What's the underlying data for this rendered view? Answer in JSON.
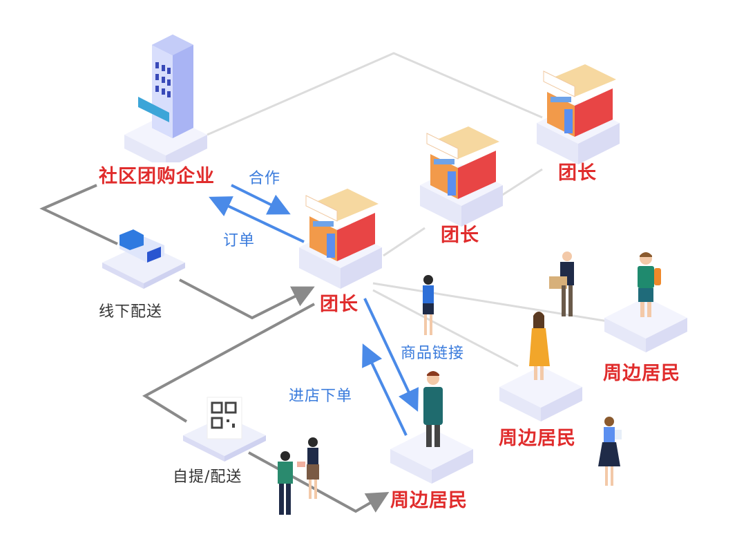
{
  "diagram": {
    "colors": {
      "node_label": "#e02c2c",
      "flow_label": "#3a7bdc",
      "logistics_label": "#333333",
      "blue_arrow": "#4a8ae8",
      "grey_arrow": "#8a8a8a",
      "light_line": "#dddddd",
      "platform": "#eef0fb",
      "store_red": "#e84545",
      "store_orange": "#f29a4a",
      "building": "#8d9cf0"
    },
    "nodes": {
      "enterprise": {
        "label": "社区团购企业",
        "icon": "office-building-icon"
      },
      "leader_main": {
        "label": "团长",
        "icon": "storefront-icon"
      },
      "leader_mid": {
        "label": "团长",
        "icon": "storefront-icon"
      },
      "leader_top": {
        "label": "团长",
        "icon": "storefront-icon"
      },
      "delivery_truck": {
        "label": "线下配送",
        "icon": "delivery-truck-icon"
      },
      "pickup_qr": {
        "label": "自提/配送",
        "icon": "qr-code-icon"
      },
      "resident_center": {
        "label": "周边居民",
        "icon": "person-icon"
      },
      "resident_mid": {
        "label": "周边居民",
        "icon": "person-icon"
      },
      "resident_right": {
        "label": "周边居民",
        "icon": "person-icon"
      }
    },
    "flows": {
      "cooperation": "合作",
      "order": "订单",
      "product_link": "商品链接",
      "store_order": "进店下单"
    }
  }
}
